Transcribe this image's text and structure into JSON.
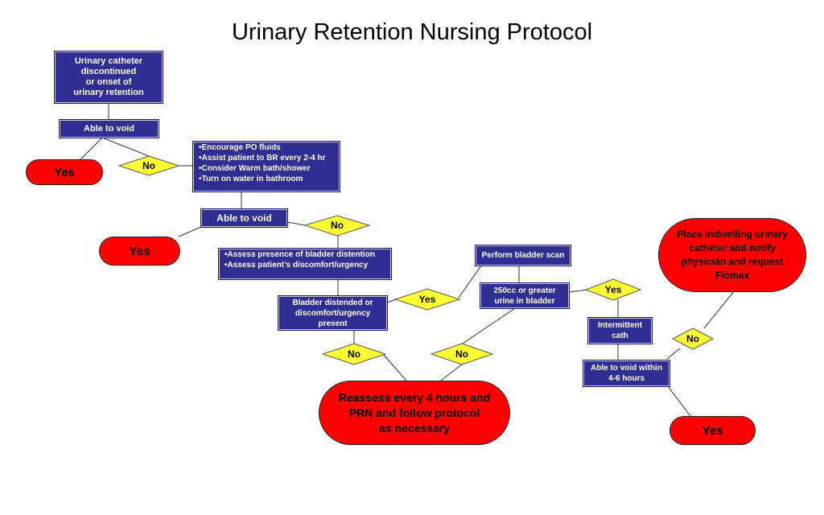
{
  "title": "Urinary Retention Nursing Protocol",
  "boxes": {
    "start": [
      "Urinary catheter",
      "discontinued",
      "or onset of",
      "urinary retention"
    ],
    "able_to_void_1": "Able to void",
    "encourage": [
      "•Encourage PO fluids",
      "•Assist patient to BR every 2-4 hr",
      "•Consider Warm bath/shower",
      "•Turn on water in bathroom"
    ],
    "able_to_void_2": "Able to void",
    "assess": [
      "•Assess presence of bladder distention",
      "•Assess patient’s discomfort/urgency"
    ],
    "bladder_distended": [
      "Bladder distended or",
      "discomfort/urgency",
      "present"
    ],
    "bladder_scan": "Perform bladder scan",
    "urine_250": [
      "250cc or greater",
      "urine in bladder"
    ],
    "intermittent_cath": [
      "Intermittent",
      "cath"
    ],
    "able_to_void_4_6": [
      "Able to void within",
      "4-6 hours"
    ]
  },
  "ovals": {
    "yes_1": "Yes",
    "yes_2": "Yes",
    "reassess": [
      "Reassess every 4 hours and",
      "PRN and follow protocol",
      "as necessary"
    ],
    "indwelling": [
      "Place indwelling urinary",
      "catheter and notify",
      "physician and request",
      "Flomax"
    ],
    "yes_3": "Yes"
  },
  "decisions": {
    "no_1": "No",
    "no_2": "No",
    "yes_bladder": "Yes",
    "no_bladder": "No",
    "no_urine": "No",
    "yes_urine": "Yes",
    "no_void": "No"
  },
  "colors": {
    "box": "#2e2e93",
    "oval": "#ff0000",
    "decision": "#ffff33",
    "line": "#333333"
  }
}
